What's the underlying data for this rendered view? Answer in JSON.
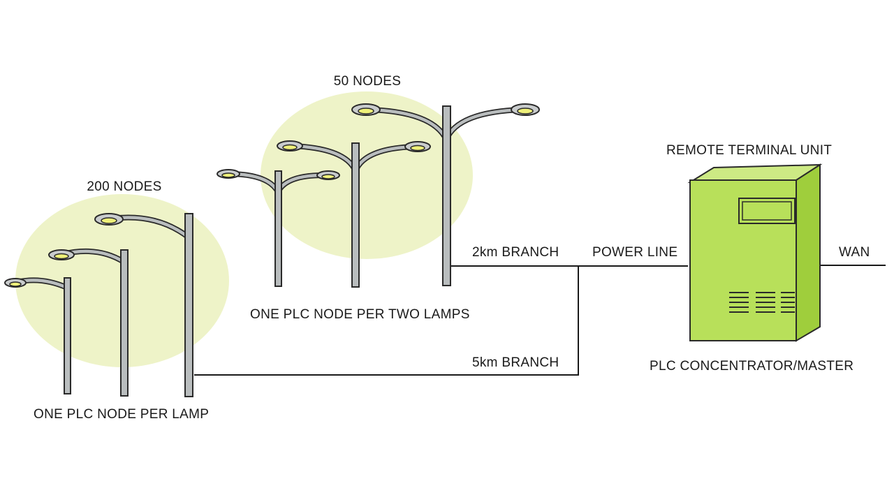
{
  "labels": {
    "nodes_200": "200 NODES",
    "nodes_50": "50 NODES",
    "per_lamp": "ONE PLC NODE PER LAMP",
    "per_two_lamps": "ONE PLC NODE PER TWO LAMPS",
    "branch_2km": "2km BRANCH",
    "branch_5km": "5km BRANCH",
    "power_line": "POWER LINE",
    "wan": "WAN",
    "rtu": "REMOTE TERMINAL UNIT",
    "concentrator": "PLC CONCENTRATOR/MASTER"
  },
  "colors": {
    "halo": "#eef3c8",
    "cabinet_front": "#b8e05a",
    "cabinet_side": "#9fce3c",
    "cabinet_top": "#cdea84",
    "lamp_glow": "#eef07a",
    "pole": "#b9bdbe"
  }
}
